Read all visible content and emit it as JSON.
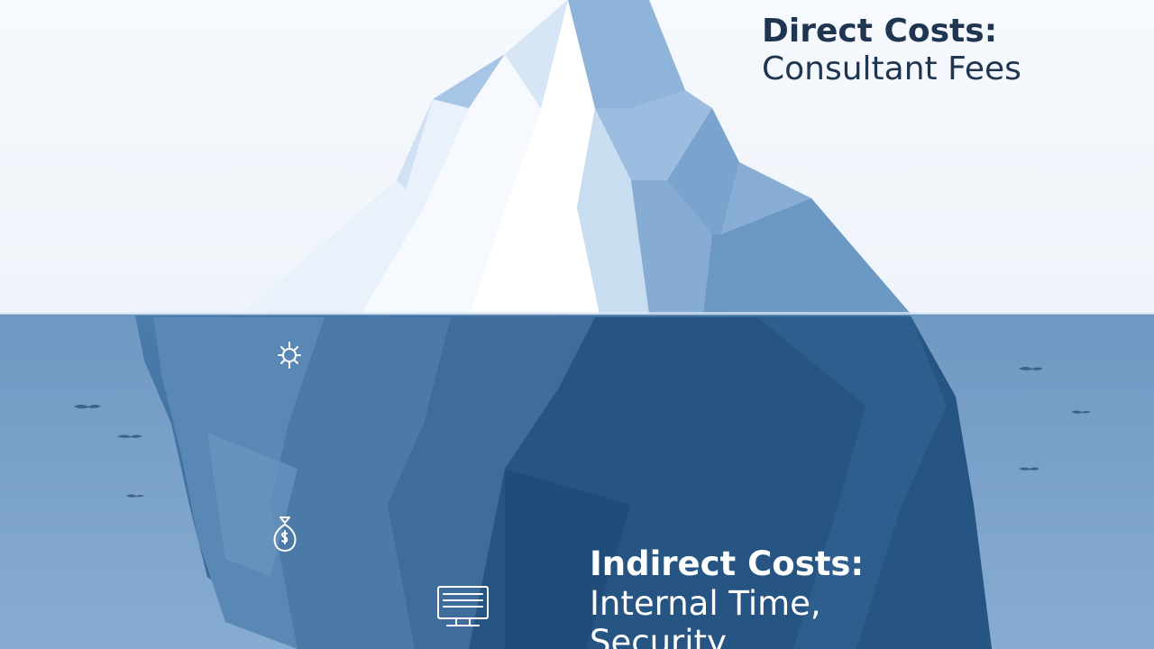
{
  "direct_costs": {
    "heading": "Direct Costs:",
    "items": "Consultant Fees"
  },
  "indirect_costs": {
    "heading": "Indirect Costs:",
    "line1": "Internal Time,",
    "line2": "Security"
  },
  "icons": [
    "bug-icon",
    "money-bag-icon",
    "monitor-icon",
    "fish-icon"
  ],
  "colors": {
    "sky": "#f3f7fc",
    "water": "#7fa6cf",
    "ice_light": "#e8f2fb",
    "ice_mid": "#a9c8e6",
    "ice_shadow": "#5f8fbf",
    "underwater_dark": "#244f7c",
    "direct_text": "#1f3550",
    "indirect_text": "#ffffff"
  }
}
